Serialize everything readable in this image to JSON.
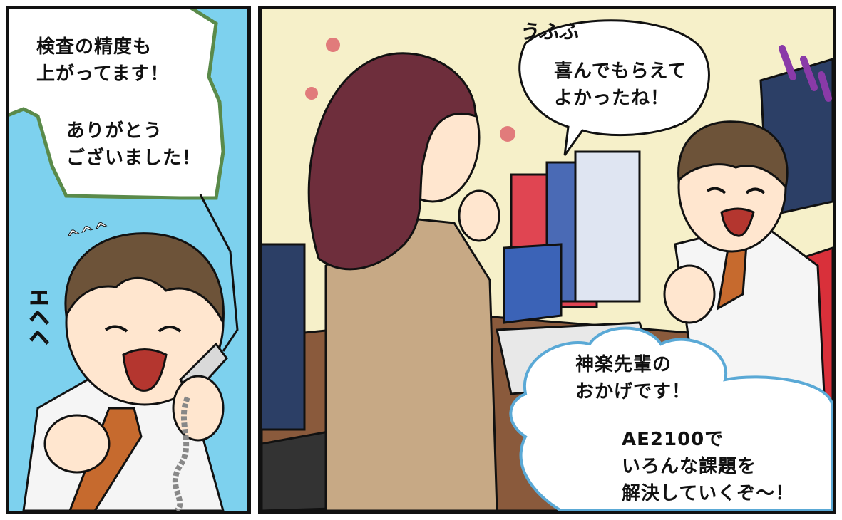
{
  "panels": {
    "left": {
      "bubble_line_1": "検査の精度も\n上がってます！",
      "bubble_line_2": "ありがとう\nございました！",
      "sfx_laugh": "エヘヘ",
      "sfx_hehe": "^^^"
    },
    "right": {
      "sfx_ufufu": "うふふ",
      "bubble_woman": "喜んでもらえて\nよかったね！",
      "bubble_man_1": "神楽先輩の\nおかげです！",
      "bubble_man_2": "AE2100で\nいろんな課題を\n解決していくぞ～！"
    }
  },
  "colors": {
    "sky": "#7dd1ee",
    "wall": "#f6f0c9",
    "shirt": "#f5f5f5",
    "tie": "#c66a2e",
    "hair_woman": "#6e2e3c",
    "jacket": "#c7a985",
    "bubble_outline_green": "#5a8a4a",
    "bubble_outline_blue": "#5aa9d6"
  }
}
